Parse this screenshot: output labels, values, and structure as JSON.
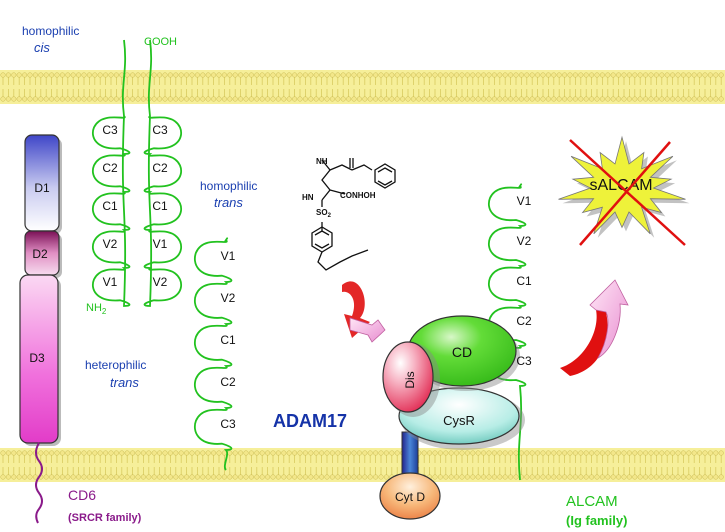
{
  "labels": {
    "homophilic_cis_1": "homophilic",
    "homophilic_cis_2": "cis",
    "cooh": "COOH",
    "homophilic_trans_1": "homophilic",
    "homophilic_trans_2": "trans",
    "heterophilic_trans_1": "heterophilic",
    "heterophilic_trans_2": "trans",
    "nh2": "NH",
    "nh2_sub": "2",
    "adam17": "ADAM17",
    "salcam": "sALCAM",
    "cd6_name": "CD6",
    "cd6_family": "(SRCR family)",
    "alcam_name": "ALCAM",
    "alcam_family": "(Ig family)"
  },
  "cd6_domains": [
    "D1",
    "D2",
    "D3"
  ],
  "alcam_cis_left": [
    "C3",
    "C2",
    "C1",
    "V2",
    "V1"
  ],
  "alcam_cis_right": [
    "C3",
    "C2",
    "C1",
    "V1",
    "V2"
  ],
  "alcam_trans": [
    "V1",
    "V2",
    "C1",
    "C2",
    "C3"
  ],
  "alcam_right": [
    "V1",
    "V2",
    "C1",
    "C2",
    "C3"
  ],
  "adam17_domains": {
    "cd": "CD",
    "dis": "Dis",
    "cysr": "CysR",
    "cytd": "Cyt D"
  },
  "inhibitor": {
    "nh": "NH",
    "hn": "HN",
    "conhoh": "CONHOH",
    "so2": "SO",
    "so2_sub": "2"
  },
  "colors": {
    "membrane": "#f6ef9a",
    "domain_line": "#22c21f",
    "label_blue": "#1a3fb0",
    "adam17_blue": "#1533a8",
    "cd6_text": "#8a1a8a",
    "cd_green": "#44d824",
    "dis_red": "#e0204a",
    "arrow_red": "#e01010",
    "arrow_pink": "#f2a6d6",
    "burst": "#eef23a"
  }
}
